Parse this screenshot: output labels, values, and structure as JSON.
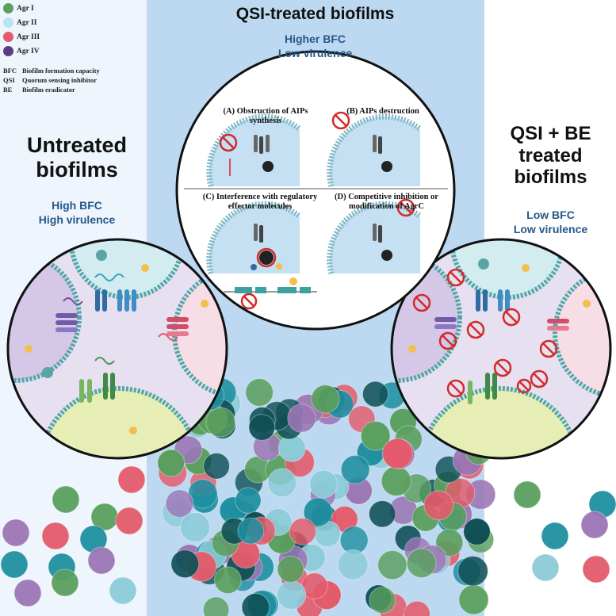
{
  "legend": [
    {
      "label": "Agr I",
      "color": "#5a9f5e"
    },
    {
      "label": "Agr II",
      "color": "#b9e4f3"
    },
    {
      "label": "Agr III",
      "color": "#e35b6b"
    },
    {
      "label": "Agr IV",
      "color": "#5e3c84"
    }
  ],
  "abbreviations": [
    {
      "key": "BFC",
      "text": "Biofilm formation capacity"
    },
    {
      "key": "QSI",
      "text": "Quorum sensing inhibitor"
    },
    {
      "key": "BE",
      "text": "Biofilm eradicator"
    }
  ],
  "left": {
    "title": "Untreated biofilms",
    "line1": "High BFC",
    "line2": "High virulence"
  },
  "middle": {
    "title": "QSI-treated biofilms",
    "line1": "Higher BFC",
    "line2": "Low virulence",
    "quadrants": [
      {
        "label": "(A) Obstruction of AIPs synthesis"
      },
      {
        "label": "(B) AIPs destruction"
      },
      {
        "label": "(C) Interference with regulatory effector molecules"
      },
      {
        "label": "(D) Competitive inhibition or modification of AgrC"
      }
    ]
  },
  "right": {
    "title": "QSI + BE treated biofilms",
    "line1": "Low BFC",
    "line2": "Low virulence"
  },
  "colors": {
    "teal": "#1f8fa0",
    "dark_teal": "#0f4f55",
    "pink": "#e35b6b",
    "purple": "#9b76b5",
    "green": "#5a9f5e",
    "light_blue": "#8ccbd8"
  }
}
